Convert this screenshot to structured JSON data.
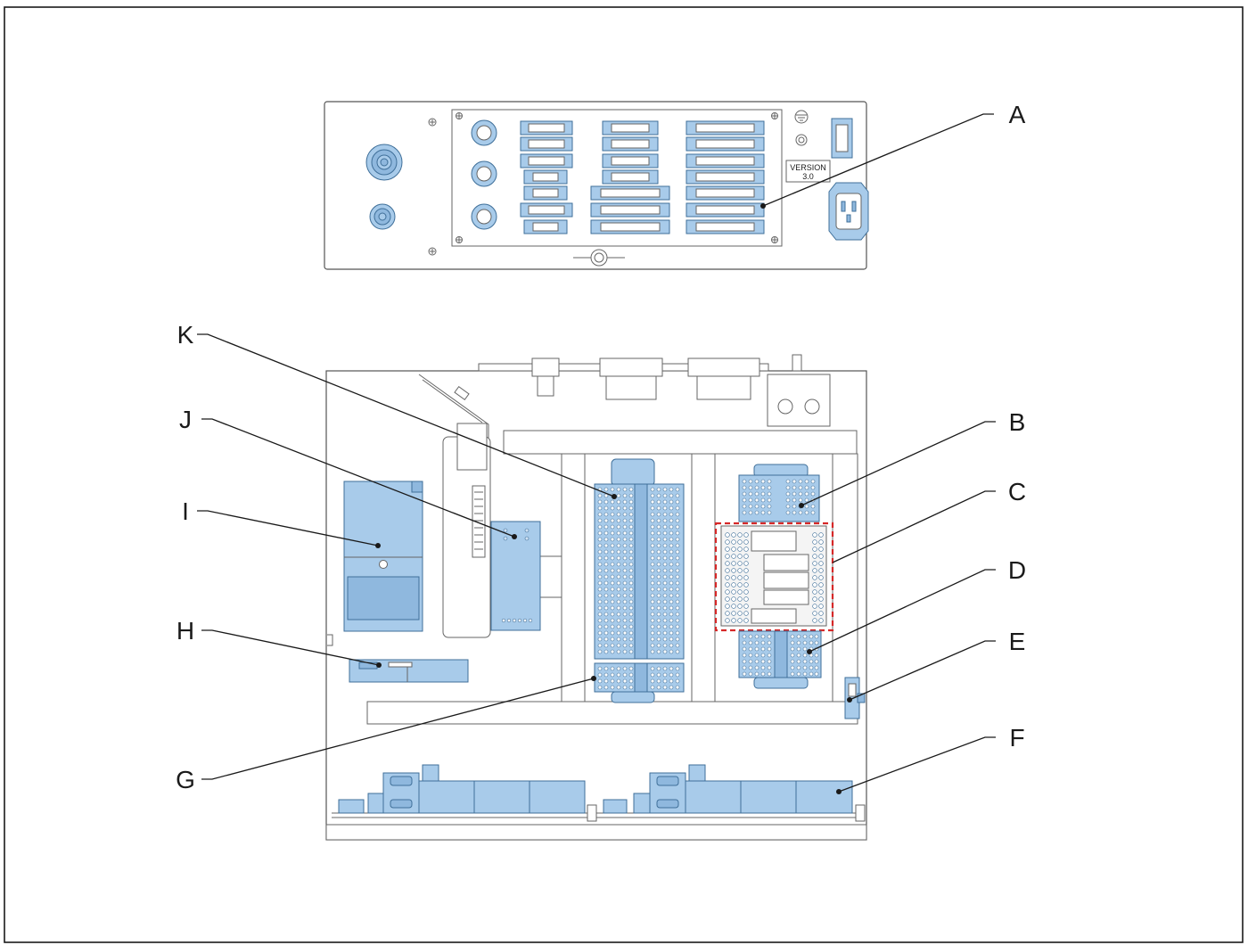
{
  "diagram": {
    "version_label": "VERSION",
    "version_number": "3.0",
    "callouts": {
      "A": "A",
      "B": "B",
      "C": "C",
      "D": "D",
      "E": "E",
      "F": "F",
      "G": "G",
      "H": "H",
      "I": "I",
      "J": "J",
      "K": "K"
    }
  },
  "colors": {
    "component_blue": "#a8cbea",
    "component_outline": "#3f6f99",
    "highlight": "#d62828"
  }
}
